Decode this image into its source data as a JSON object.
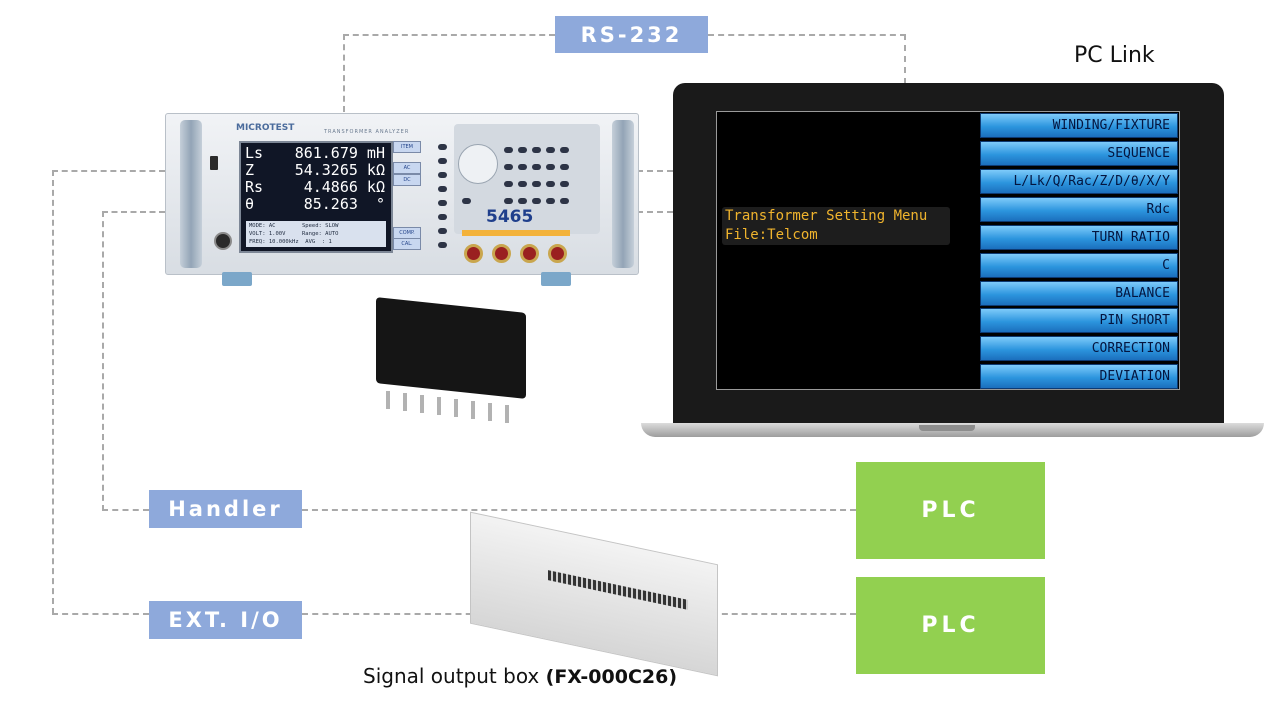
{
  "labels": {
    "rs232": "RS-232",
    "pc_link": "PC Link",
    "handler": "Handler",
    "ext_io": "EXT. I/O",
    "plc_top": "PLC",
    "plc_bottom": "PLC",
    "signal_box_caption": "Signal output box",
    "signal_box_model": "(FX-000C26)"
  },
  "instrument": {
    "brand": "MICROTEST",
    "subtitle": "TRANSFORMER ANALYZER",
    "model": "5465",
    "readings": [
      {
        "label": "Ls",
        "value": "861.679 mH"
      },
      {
        "label": "Z",
        "value": "54.3265 kΩ"
      },
      {
        "label": "Rs",
        "value": "4.4866 kΩ"
      },
      {
        "label": "θ",
        "value": "85.263  °"
      }
    ],
    "status_lines": [
      "MODE: AC        Speed: SLOW",
      "VOLT: 1.00V     Range: AUTO",
      "FREQ: 10.000kHz  AVG  : 1"
    ],
    "screen_buttons": [
      "ITEM",
      "AC",
      "DC",
      "COMP.",
      "CAL."
    ]
  },
  "laptop": {
    "menu_title": "Transformer Setting Menu",
    "menu_file": "File:Telcom",
    "menu_buttons": [
      "WINDING/FIXTURE",
      "SEQUENCE",
      "L/Lk/Q/Rac/Z/D/θ/X/Y",
      "Rdc",
      "TURN RATIO",
      "C",
      "BALANCE",
      "PIN SHORT",
      "CORRECTION",
      "DEVIATION"
    ]
  },
  "colors": {
    "tag_blue": "#8ea9db",
    "plc_green": "#92d050",
    "menu_text": "#f0b42d",
    "dash_gray": "#a9a9a9"
  }
}
